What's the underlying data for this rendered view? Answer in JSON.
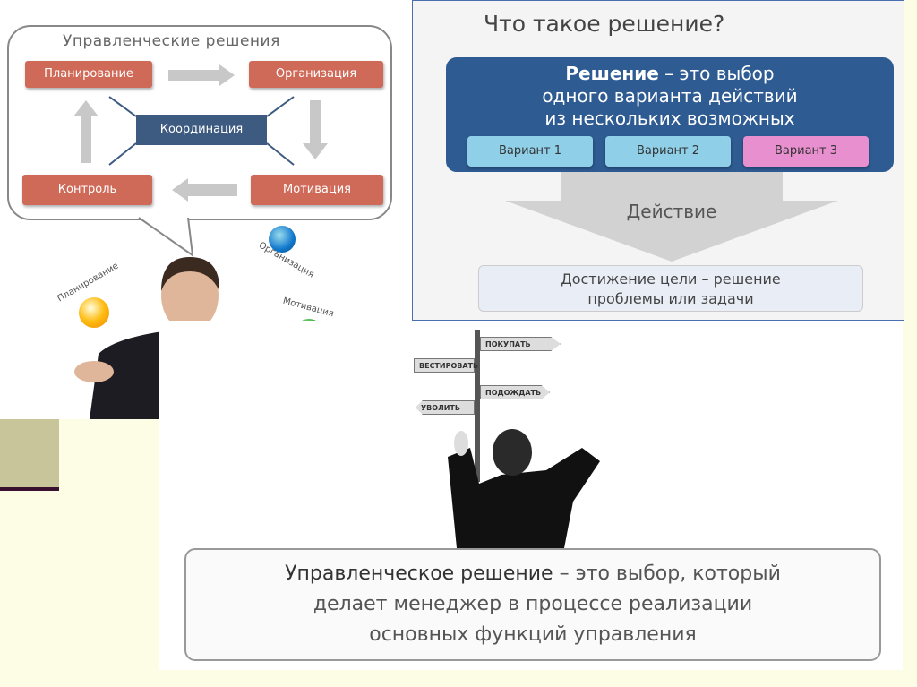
{
  "left_image": {
    "title": "Управленческие решения",
    "boxes": {
      "planning": "Планирование",
      "organization": "Организация",
      "coordination": "Координация",
      "control": "Контроль",
      "motivation": "Мотивация"
    },
    "orbs": {
      "planning": "Планирование",
      "organization": "Организация",
      "motivation": "Мотивация"
    }
  },
  "right_image": {
    "title": "Что такое решение?",
    "definition_term": "Решение",
    "definition_rest": " – это выбор",
    "definition_lines": [
      "одного варианта действий",
      "из нескольких возможных"
    ],
    "variants": [
      "Вариант 1",
      "Вариант 2",
      "Вариант 3"
    ],
    "action": "Действие",
    "goal_lines": [
      "Достижение цели – решение",
      "проблемы или задачи"
    ]
  },
  "signpost": {
    "signs": [
      "ПОКУПАТЬ",
      "ВЕСТИРОВАТЬ",
      "ПОДОЖДАТЬ",
      "УВОЛИТЬ"
    ]
  },
  "definition": {
    "term": "Управленческое решение",
    "rest": " – это выбор, который",
    "lines": [
      "делает менеджер в процессе реализации",
      "основных функций управления"
    ]
  }
}
